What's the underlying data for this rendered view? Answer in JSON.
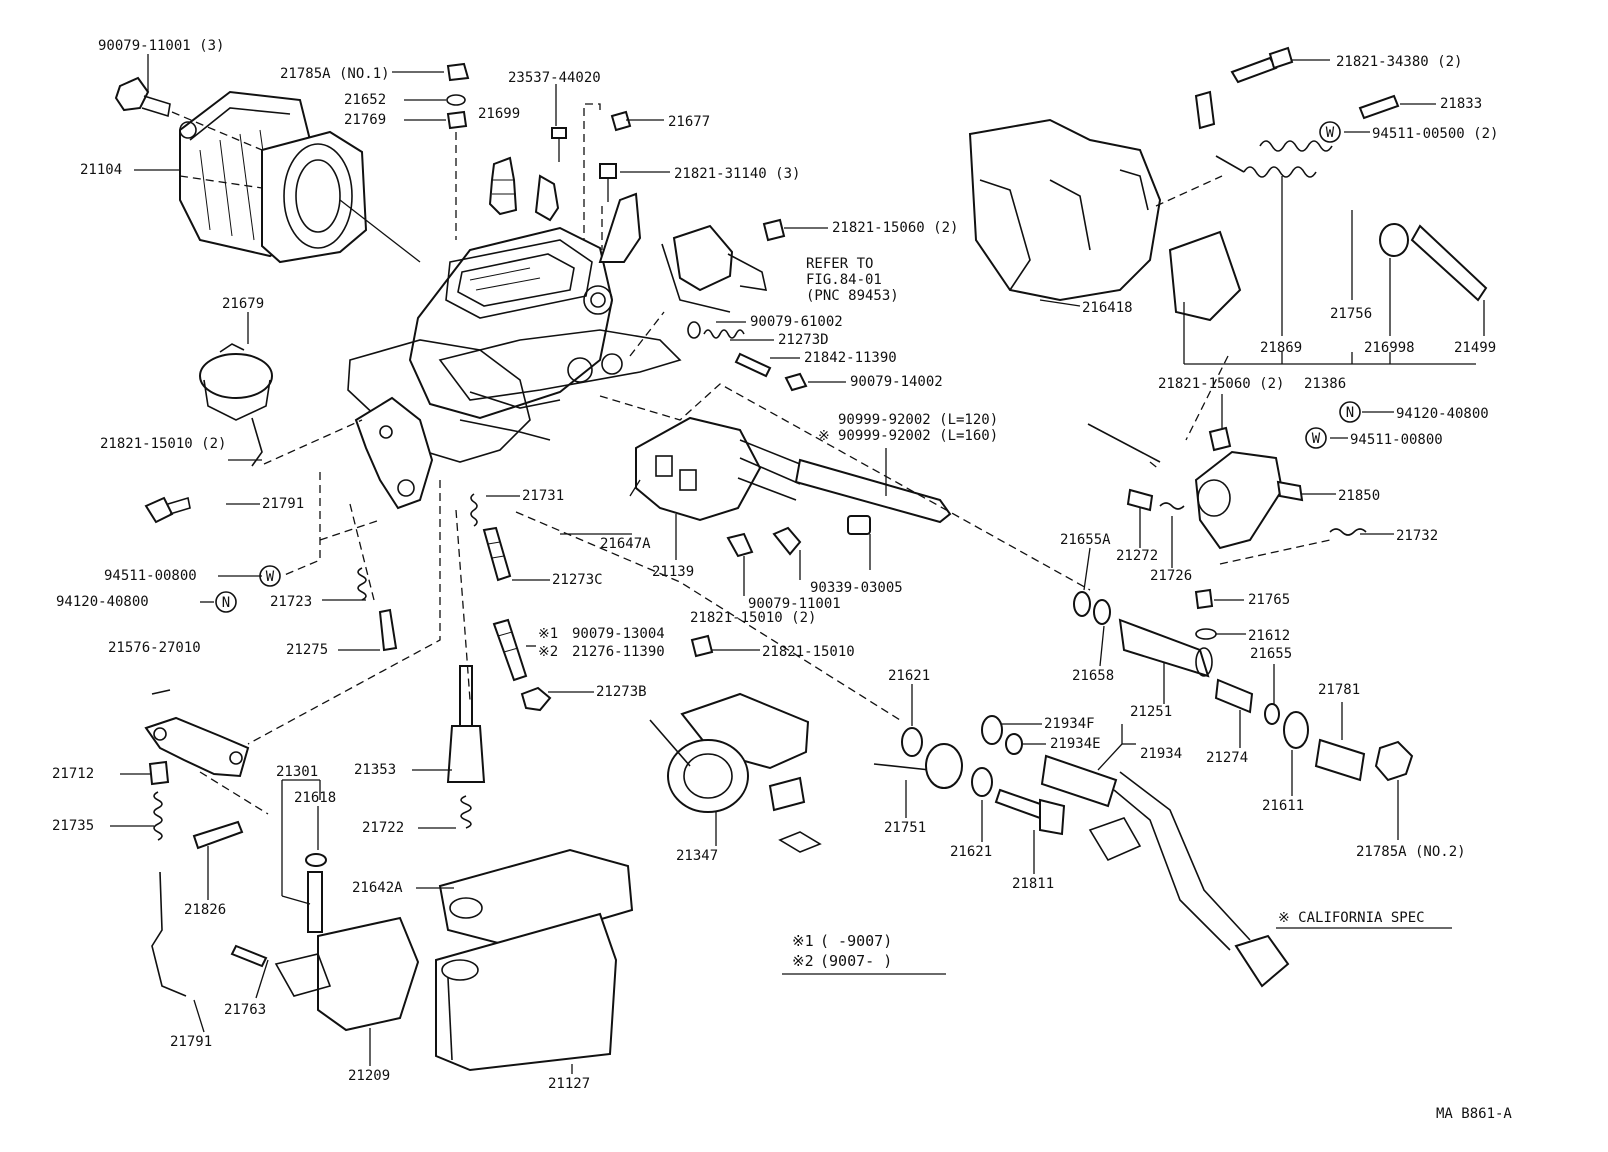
{
  "part_labels": [
    "90079-11001 (3)",
    "21785A (NO.1)",
    "21652",
    "21769",
    "23537-44020",
    "21699",
    "21677",
    "21821-31140 (3)",
    "21104",
    "21821-15060 (2)",
    "REFER TO",
    "FIG.84-01",
    "(PNC 89453)",
    "21679",
    "90079-61002",
    "21273D",
    "21842-11390",
    "90079-14002",
    "21821-15010 (2)",
    "21791",
    "21731",
    "21647A",
    "21139",
    "21273C",
    "94511-00800",
    "94120-40800",
    "21723",
    "21275",
    "90079-11001",
    "90339-03005",
    "21821-15010 (2)",
    "90079-13004",
    "21276-11390",
    "21576-27010",
    "21273B",
    "21821-15010",
    "21301",
    "21618",
    "21353",
    "21712",
    "21735",
    "21722",
    "21826",
    "21642A",
    "21347",
    "21621",
    "21751",
    "21621",
    "21811",
    "21934F",
    "21934E",
    "21934",
    "21763",
    "21209",
    "21127",
    "21791",
    "21821-34380 (2)",
    "21833",
    "94511-00500 (2)",
    "216418",
    "21869",
    "21756",
    "216998",
    "21499",
    "21386",
    "21821-15060 (2)",
    "94120-40800",
    "94511-00800",
    "21850",
    "21732",
    "21655A",
    "21272",
    "21726",
    "90999-92002 (L=120)",
    "90999-92002 (L=160)",
    "21765",
    "21612",
    "21658",
    "21251",
    "21655",
    "21274",
    "21781",
    "21611",
    "21785A (NO.2)"
  ],
  "marks": {
    "washer": "W",
    "nut": "N",
    "note1": "※1",
    "note2": "※2",
    "star": "※"
  },
  "footnotes": {
    "n1_range": "(      -9007)",
    "n2_range": "(9007-      )"
  },
  "california_spec": "※ CALIFORNIA SPEC",
  "drawing_code": "MA B861-A"
}
